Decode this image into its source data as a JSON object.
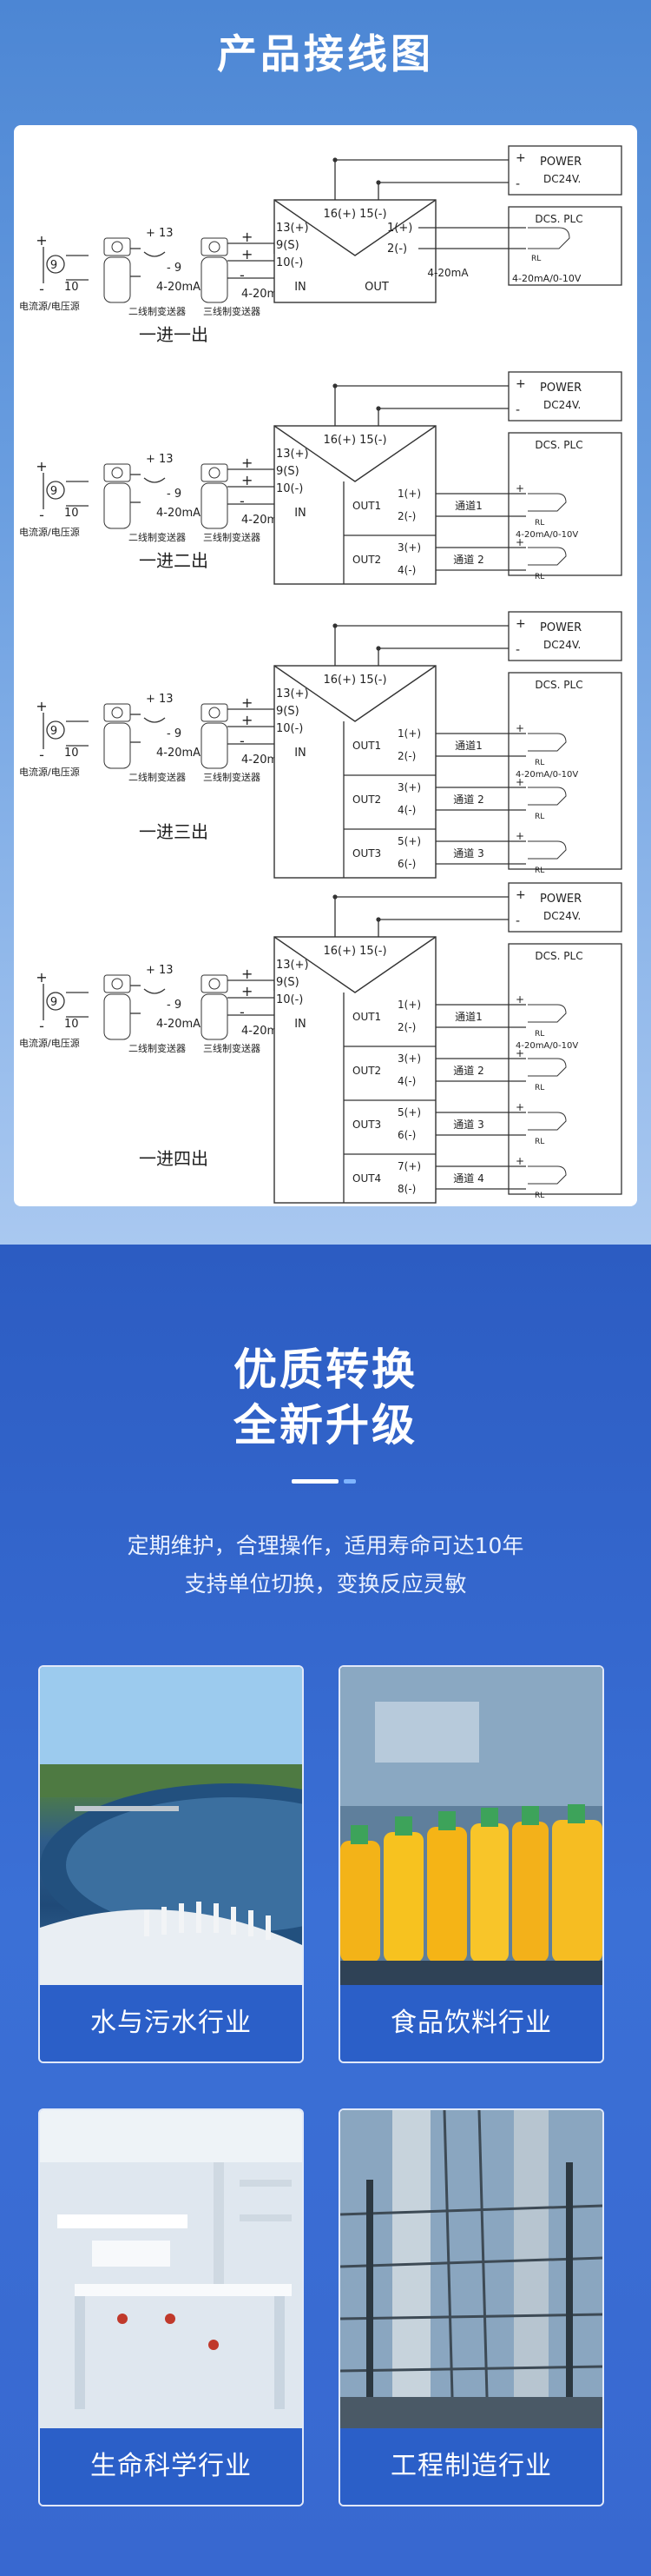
{
  "page_title": "产品接线图",
  "diagrams": [
    {
      "caption": "一进一出",
      "power": {
        "label": "POWER",
        "voltage": "DC24V."
      },
      "receiver": {
        "title": "DCS. PLC",
        "signal": "4-20mA/0-10V"
      },
      "output_signal": "4-20mA",
      "outputs": []
    },
    {
      "caption": "一进二出",
      "power": {
        "label": "POWER",
        "voltage": "DC24V."
      },
      "receiver": {
        "title": "DCS. PLC",
        "signal": "4-20mA/0-10V"
      },
      "outputs": [
        "OUT1",
        "OUT2"
      ],
      "channels": [
        "通道1",
        "通道 2"
      ]
    },
    {
      "caption": "一进三出",
      "power": {
        "label": "POWER",
        "voltage": "DC24V."
      },
      "receiver": {
        "title": "DCS. PLC",
        "signal": "4-20mA/0-10V"
      },
      "outputs": [
        "OUT1",
        "OUT2",
        "OUT3"
      ],
      "channels": [
        "通道1",
        "通道 2",
        "通道 3"
      ]
    },
    {
      "caption": "一进四出",
      "power": {
        "label": "POWER",
        "voltage": "DC24V."
      },
      "receiver": {
        "title": "DCS. PLC",
        "signal": "4-20mA/0-10V"
      },
      "outputs": [
        "OUT1",
        "OUT2",
        "OUT3",
        "OUT4"
      ],
      "channels": [
        "通道1",
        "通道 2",
        "通道 3",
        "通道 4"
      ]
    }
  ],
  "input_labels": {
    "source": "电流源/电压源",
    "two_wire": "二线制变送器",
    "three_wire": "三线制变送器",
    "current": "4-20mA",
    "in": "IN",
    "out": "OUT",
    "terminals_top": "16(+) 15(-)",
    "t13": "13(+)",
    "t9": "9(S)",
    "t10": "10(-)",
    "n13": "13",
    "n9": "9",
    "n10": "10",
    "rl": "RL"
  },
  "feature": {
    "title_line1": "优质转换",
    "title_line2": "全新升级",
    "desc_line1": "定期维护，合理操作，适用寿命可达10年",
    "desc_line2": "支持单位切换，变换反应灵敏"
  },
  "industries": [
    {
      "label": "水与污水行业"
    },
    {
      "label": "食品饮料行业"
    },
    {
      "label": "生命科学行业"
    },
    {
      "label": "工程制造行业"
    }
  ],
  "colors": {
    "top_gradient_start": "#4c86d4",
    "bottom_bg": "#2c5cc2",
    "label_bar": "#2b5fc8"
  }
}
